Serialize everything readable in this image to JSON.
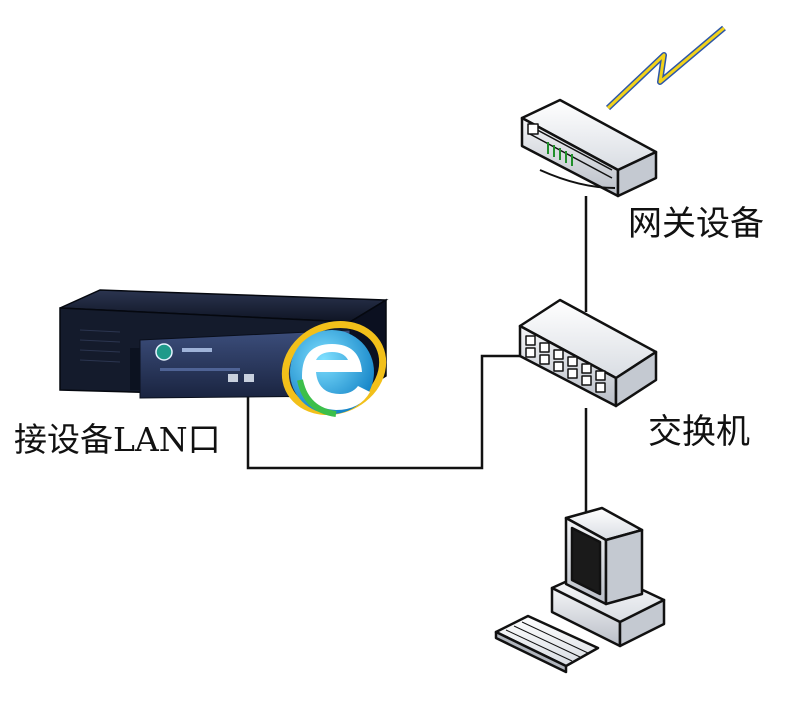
{
  "labels": {
    "gateway": "网关设备",
    "switch": "交换机",
    "lan_port": "接设备LAN口"
  },
  "icons": {
    "gateway": "router-icon",
    "wireless": "wireless-signal-icon",
    "switch": "network-switch-icon",
    "server": "rack-server-icon",
    "browser": "internet-explorer-icon",
    "computer": "desktop-computer-icon"
  },
  "colors": {
    "link": "#111111",
    "signal": "#f2d21a",
    "server_body": "#1b2436",
    "browser": "#2aa3df"
  }
}
